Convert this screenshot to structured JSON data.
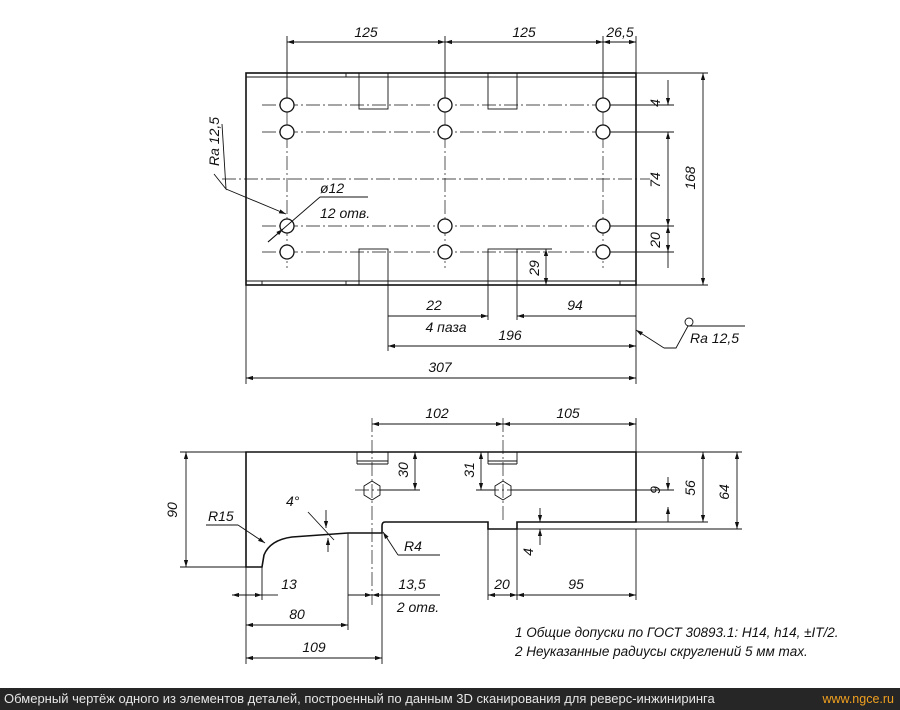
{
  "top_view": {
    "dims": {
      "w1": "125",
      "w2": "125",
      "w3": "26,5",
      "h_small": "4",
      "h_mid": "74",
      "h_total": "168",
      "h_20": "20",
      "h_29": "29",
      "slot_w": "22",
      "slot_count": "4 паза",
      "d94": "94",
      "d196": "196",
      "d307": "307"
    },
    "hole_dia": "ø12",
    "hole_count": "12 отв.",
    "roughness_left": "Ra 12,5",
    "roughness_right": "Ra 12,5"
  },
  "side_view": {
    "dims": {
      "d102": "102",
      "d105": "105",
      "d90": "90",
      "r15": "R15",
      "angle": "4°",
      "r4": "R4",
      "d30": "30",
      "d31": "31",
      "d9": "9",
      "d56": "56",
      "d64": "64",
      "d4": "4",
      "d13": "13",
      "d13_5": "13,5",
      "two_holes": "2 отв.",
      "d20": "20",
      "d95": "95",
      "d80": "80",
      "d109": "109"
    }
  },
  "notes": [
    "1 Общие допуски по ГОСТ 30893.1: H14, h14, ±IT/2.",
    "2 Неуказанные радиусы скруглений 5 мм max."
  ],
  "footer": {
    "caption": "Обмерный чертёж одного из элементов деталей, построенный по данным 3D сканирования для реверс-инжиниринга",
    "site": "www.ngce.ru"
  }
}
